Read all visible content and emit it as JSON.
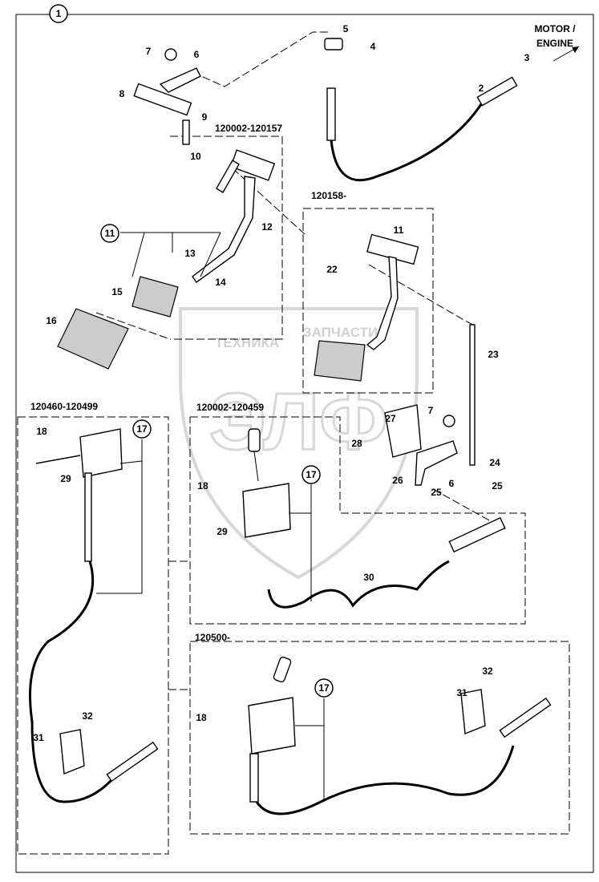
{
  "diagram": {
    "main_callout": "1",
    "direction_label": [
      "MOTOR /",
      "ENGINE"
    ],
    "range_labels": [
      "120002-120157",
      "120158-",
      "120460-120499",
      "120002-120459",
      "120500-"
    ],
    "callouts": [
      "5",
      "4",
      "3",
      "2",
      "7",
      "6",
      "8",
      "9",
      "10",
      "12",
      "11",
      "13",
      "14",
      "15",
      "16",
      "11",
      "22",
      "23",
      "7",
      "27",
      "28",
      "24",
      "26",
      "6",
      "25",
      "25",
      "17",
      "18",
      "29",
      "18",
      "17",
      "29",
      "30",
      "32",
      "31",
      "18",
      "17",
      "32",
      "31"
    ],
    "circled_callouts": [
      "11",
      "17",
      "17",
      "17"
    ],
    "watermark": {
      "top_left": "ТЕХНИКА",
      "top_right": "ЗАПЧАСТИ",
      "logo": "ЭЛФ"
    }
  }
}
